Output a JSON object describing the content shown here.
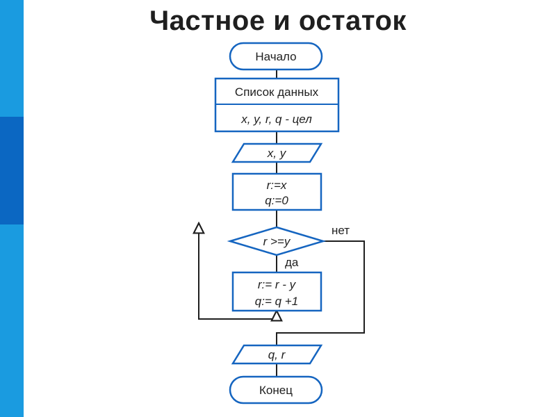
{
  "title": "Частное и остаток",
  "colors": {
    "stroke": "#1565c0",
    "side_bar_light": "#1a9be0",
    "side_bar_dark": "#0b67c2",
    "text": "#1f1f1f"
  },
  "flowchart": {
    "start": "Начало",
    "data_header": "Список данных",
    "data_vars": "x, y, r, q - цел",
    "input": "x, y",
    "init_line1": "r:=x",
    "init_line2": "q:=0",
    "condition": "r >=y",
    "yes_label": "да",
    "no_label": "нет",
    "body_line1": "r:= r - y",
    "body_line2": "q:= q +1",
    "output": "q, r",
    "end": "Конец"
  }
}
